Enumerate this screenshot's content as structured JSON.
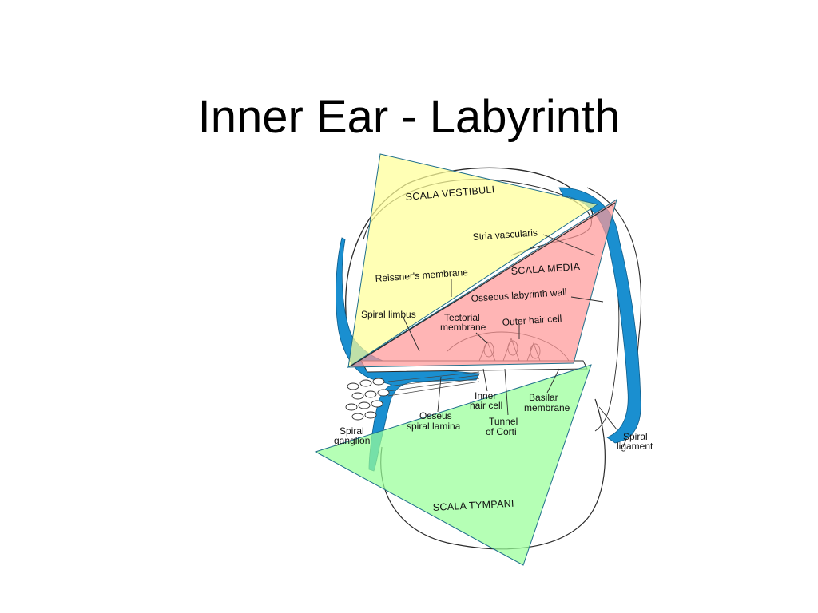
{
  "slide": {
    "title": "Inner Ear - Labyrinth"
  },
  "diagram": {
    "colors": {
      "scala_vestibuli_fill": "#ffff99",
      "scala_media_fill": "#ff9999",
      "scala_tympani_fill": "#99ff99",
      "bone_blue": "#1a8fd0",
      "outline": "#2a2a2a",
      "overlay_stroke": "#1f6f8b"
    },
    "labels": {
      "scala_vestibuli": "SCALA VESTIBULI",
      "stria_vascularis": "Stria vascularis",
      "scala_media": "SCALA MEDIA",
      "reissners_membrane": "Reissner's membrane",
      "osseous_labyrinth_wall": "Osseous labyrinth wall",
      "spiral_limbus": "Spiral limbus",
      "tectorial_membrane_1": "Tectorial",
      "tectorial_membrane_2": "membrane",
      "outer_hair_cell": "Outer hair cell",
      "inner_hair_cell_1": "Inner",
      "inner_hair_cell_2": "hair cell",
      "basilar_membrane_1": "Basilar",
      "basilar_membrane_2": "membrane",
      "osseus_spiral_lamina_1": "Osseus",
      "osseus_spiral_lamina_2": "spiral lamina",
      "tunnel_of_corti_1": "Tunnel",
      "tunnel_of_corti_2": "of Corti",
      "spiral_ganglion_1": "Spiral",
      "spiral_ganglion_2": "ganglion",
      "spiral_ligament_1": "Spiral",
      "spiral_ligament_2": "ligament",
      "scala_tympani": "SCALA TYMPANI"
    }
  }
}
